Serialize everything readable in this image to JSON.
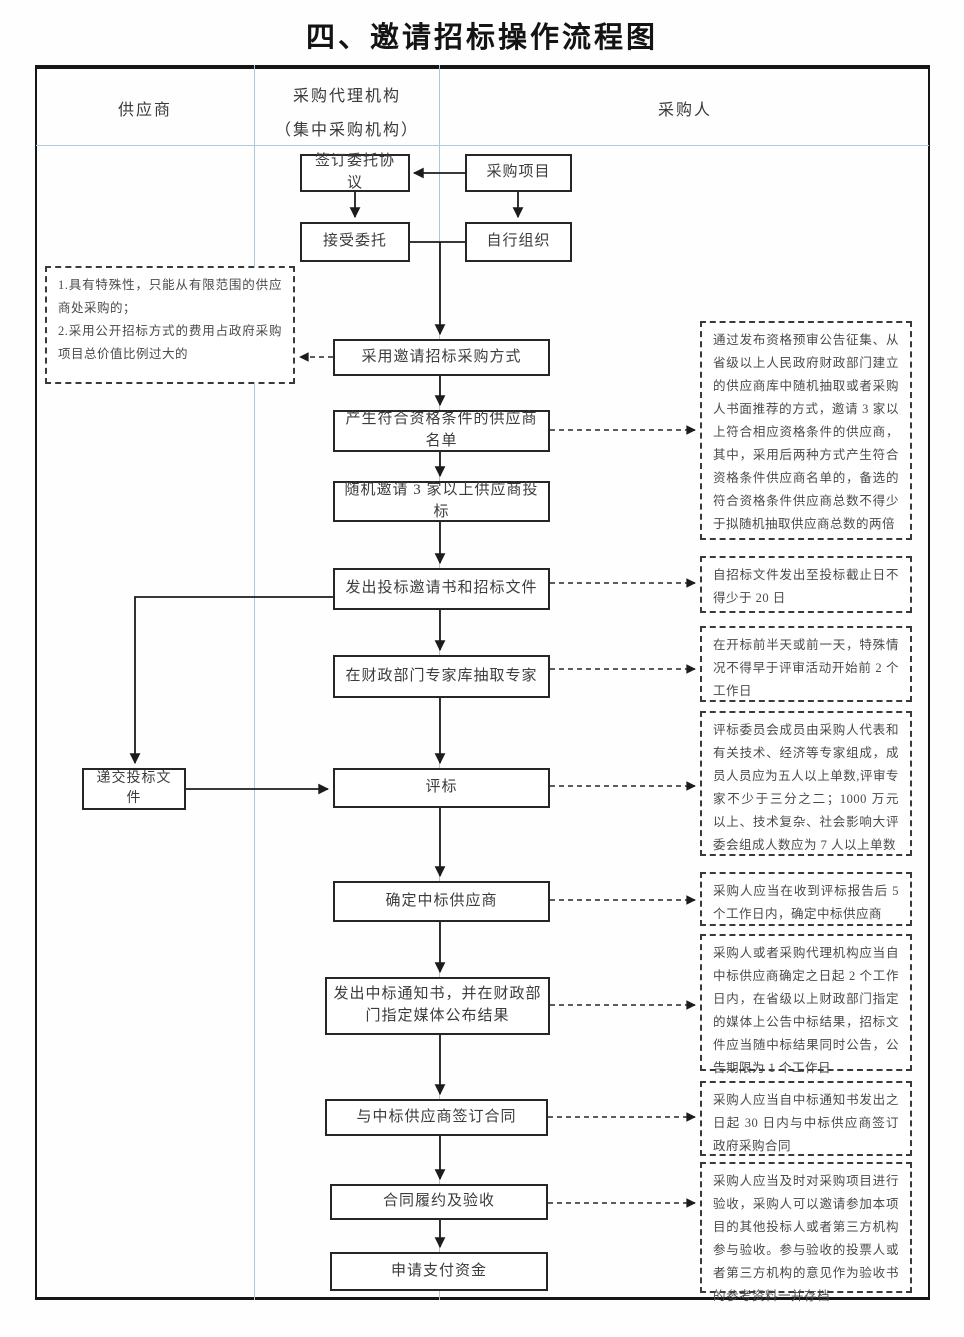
{
  "title": "四、邀请招标操作流程图",
  "columns": [
    {
      "label": "供应商"
    },
    {
      "label": "采购代理机构",
      "label2": "（集中采购机构）"
    },
    {
      "label": "采购人"
    }
  ],
  "flow": {
    "sign_agreement": "签订委托协议",
    "procurement_project": "采购项目",
    "accept_entrustment": "接受委托",
    "self_organize": "自行组织",
    "invitation_method": "采用邀请招标采购方式",
    "qualified_list": "产生符合资格条件的供应商名单",
    "random_invite": "随机邀请 3 家以上供应商投标",
    "issue_invitation": "发出投标邀请书和招标文件",
    "extract_experts": "在财政部门专家库抽取专家",
    "bid_evaluation": "评标",
    "determine_winner": "确定中标供应商",
    "issue_notice": "发出中标通知书，并在财政部门指定媒体公布结果",
    "sign_contract": "与中标供应商签订合同",
    "performance_acceptance": "合同履约及验收",
    "apply_payment": "申请支付资金",
    "submit_bid": "递交投标文件"
  },
  "left_note": {
    "line1": "1.具有特殊性，只能从有限范围的供应商处采购的；",
    "line2": "2.采用公开招标方式的费用占政府采购项目总价值比例过大的"
  },
  "right_notes": [
    "通过发布资格预审公告征集、从省级以上人民政府财政部门建立的供应商库中随机抽取或者采购人书面推荐的方式，邀请 3 家以上符合相应资格条件的供应商，其中，采用后两种方式产生符合资格条件供应商名单的，备选的符合资格条件供应商总数不得少于拟随机抽取供应商总数的两倍",
    "自招标文件发出至投标截止日不得少于 20 日",
    "在开标前半天或前一天，特殊情况不得早于评审活动开始前 2 个工作日",
    "评标委员会成员由采购人代表和有关技术、经济等专家组成，成员人员应为五人以上单数,评审专家不少于三分之二；1000 万元以上、技术复杂、社会影响大评委会组成人数应为 7 人以上单数",
    "采购人应当在收到评标报告后 5 个工作日内，确定中标供应商",
    "采购人或者采购代理机构应当自中标供应商确定之日起 2 个工作日内，在省级以上财政部门指定的媒体上公告中标结果，招标文件应当随中标结果同时公告，公告期限为 1 个工作日",
    "采购人应当自中标通知书发出之日起 30 日内与中标供应商签订政府采购合同",
    "采购人应当及时对采购项目进行验收，采购人可以邀请参加本项目的其他投标人或者第三方机构参与验收。参与验收的投票人或者第三方机构的意见作为验收书的参考资料一并存档"
  ],
  "colors": {
    "grid_line": "#aec7d6",
    "connector": "#1c1c1c",
    "border": "#161616"
  }
}
